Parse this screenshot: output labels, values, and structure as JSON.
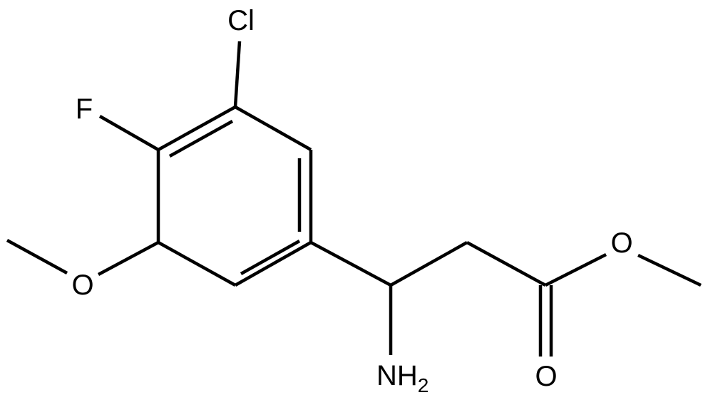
{
  "labels": {
    "chlorine": "Cl",
    "fluorine": "F",
    "ether_oxygen": "O",
    "amine": "NH",
    "amine_subscript": "2",
    "ester_oxygen": "O",
    "carbonyl_oxygen": "O"
  }
}
